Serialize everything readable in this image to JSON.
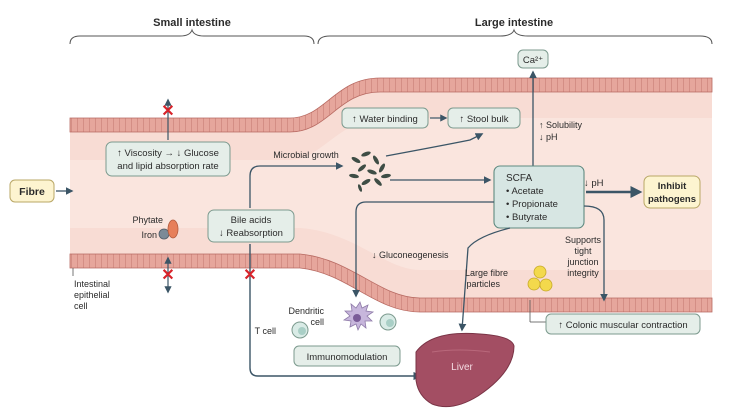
{
  "regions": {
    "small_intestine": "Small intestine",
    "large_intestine": "Large intestine"
  },
  "boxes": {
    "fibre": "Fibre",
    "viscosity_line1": "↑ Viscosity → ↓ Glucose",
    "viscosity_line2": "and lipid absorption rate",
    "bile_line1": "Bile acids",
    "bile_line2": "↓ Reabsorption",
    "water_binding": "↑ Water binding",
    "stool_bulk": "↑ Stool bulk",
    "calcium": "Ca²⁺",
    "scfa_title": "SCFA",
    "scfa_items": [
      "• Acetate",
      "• Propionate",
      "• Butyrate"
    ],
    "inhibit_line1": "Inhibit",
    "inhibit_line2": "pathogens",
    "immunomodulation": "Immunomodulation",
    "colonic": "↑ Colonic muscular contraction"
  },
  "labels": {
    "microbial_growth": "Microbial growth",
    "solubility": "↑ Solubility",
    "ph_down_small": "↓ pH",
    "ph_down": "↓ pH",
    "gluconeogenesis": "↓ Gluconeogenesis",
    "phytate": "Phytate",
    "iron": "Iron",
    "intestinal_line1": "Intestinal",
    "intestinal_line2": "epithelial",
    "intestinal_line3": "cell",
    "supports_line1": "Supports",
    "supports_line2": "tight",
    "supports_line3": "junction",
    "supports_line4": "integrity",
    "large_fibre_line1": "Large fibre",
    "large_fibre_line2": "particles",
    "dendritic_line1": "Dendritic",
    "dendritic_line2": "cell",
    "tcell": "T cell",
    "liver": "Liver"
  },
  "colors": {
    "lumen": "#f8dcd4",
    "epithelium": "#d9877f",
    "box_fill": "#e5eee9",
    "box_stroke": "#7c9a8e",
    "arrow": "#3b5566",
    "cross": "#d8232a",
    "liver": "#a34e63",
    "inhibit_fill": "#fdf4d0",
    "fibre_fill": "#fdf4d0"
  }
}
